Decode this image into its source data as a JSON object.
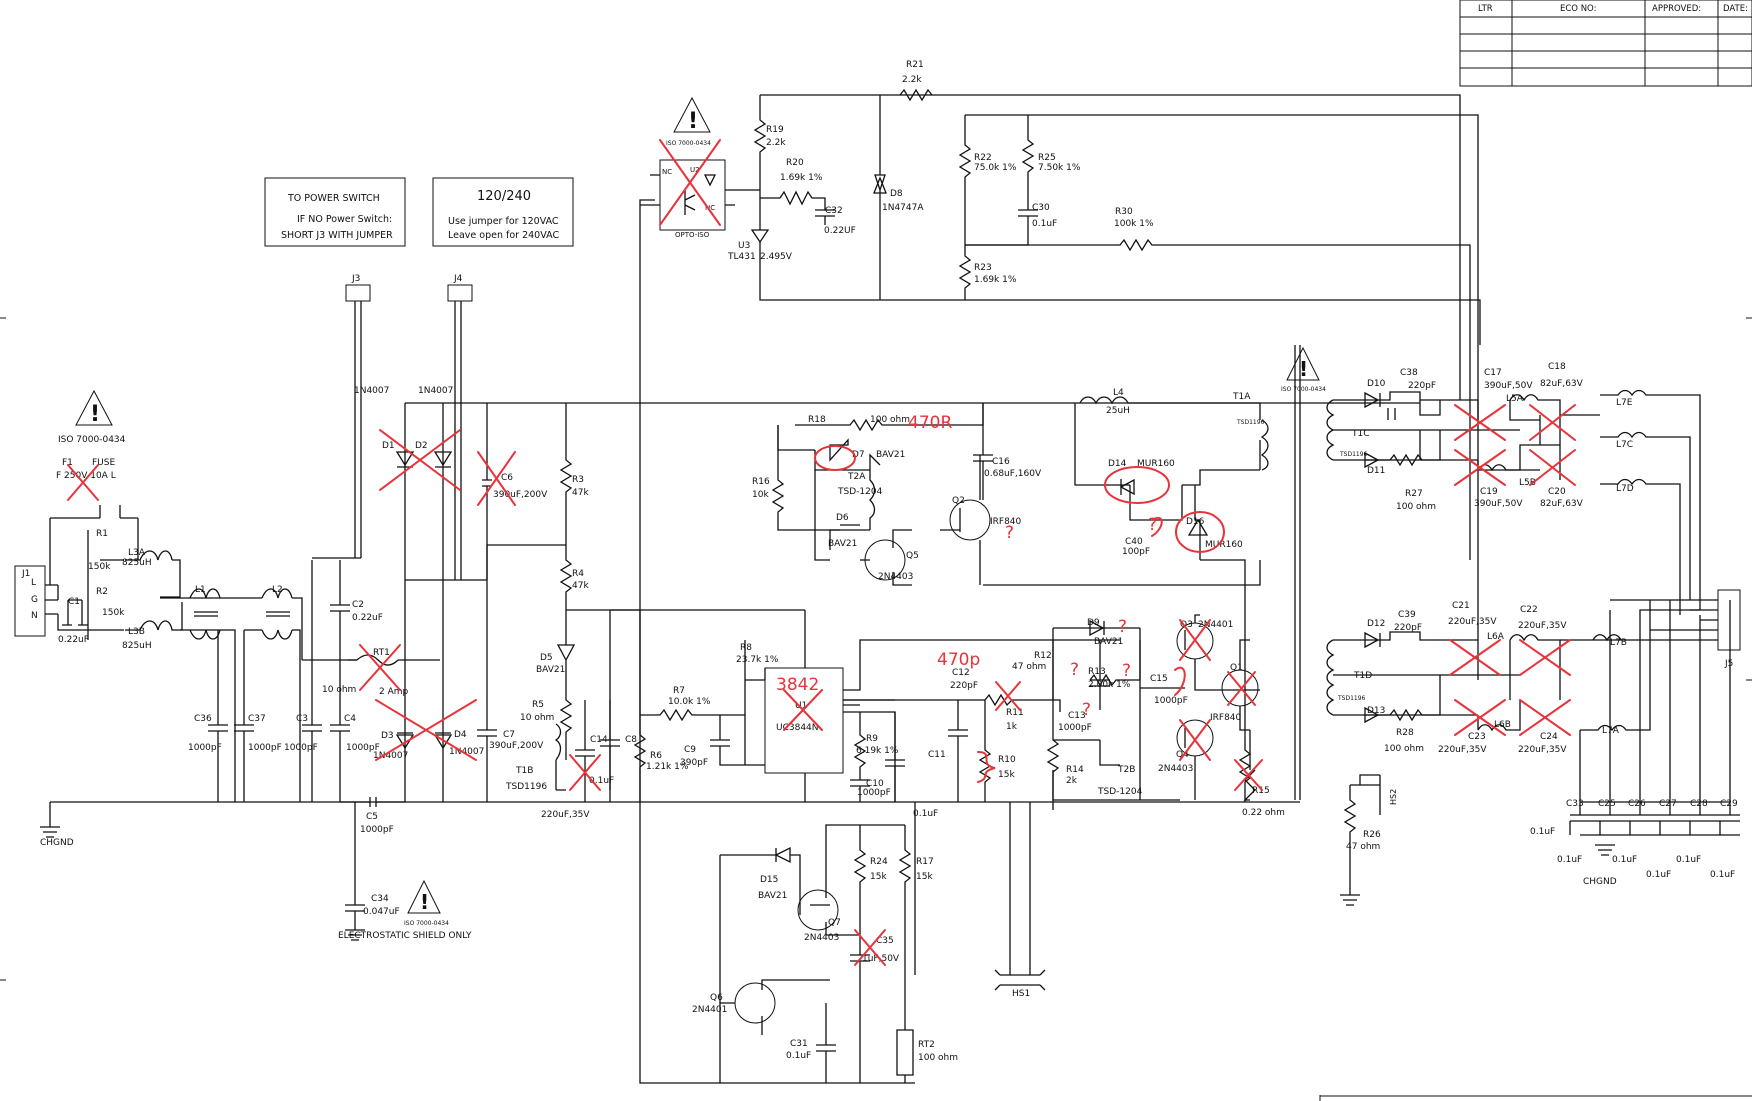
{
  "title_block": {
    "headers": [
      "LTR",
      "ECO NO:",
      "APPROVED:",
      "DATE:"
    ]
  },
  "notes": {
    "power_switch": [
      "TO POWER SWITCH",
      "IF NO Power Switch:",
      "SHORT J3 WITH JUMPER"
    ],
    "voltage_select": [
      "120/240",
      "Use jumper for 120VAC",
      "Leave open for 240VAC"
    ]
  },
  "warnings": [
    {
      "text": "ISO 7000-0434"
    },
    {
      "text": "ISO 7000-0434"
    },
    {
      "text": "ISO 7000-0434"
    },
    {
      "text": "ISO 7000-0434"
    }
  ],
  "esd_note": "ELECTROSTATIC SHIELD ONLY",
  "connectors": {
    "j1": "J1",
    "j1_pins": [
      "L",
      "G",
      "N"
    ],
    "j3": "J3",
    "j4": "J4",
    "j5": "J5",
    "chgnd": "CHGND",
    "hs1": "HS1",
    "hs2": "HS2"
  },
  "labels": {
    "F1": "F1",
    "FUSE": "FUSE",
    "F_val": "F 250V 10A L",
    "C1": "C1",
    "C1_val": "0.22uF",
    "R1": "R1",
    "R1_val": "150k",
    "R2": "R2",
    "R2_val": "150k",
    "L3A": "L3A",
    "L3A_val": "825uH",
    "L3B": "L3B",
    "L3B_val": "825uH",
    "L1": "L1",
    "L2": "L2",
    "C2": "C2",
    "C2_val": "0.22uF",
    "C36": "C36",
    "C36_val": "1000pF",
    "C37": "C37",
    "C37_val": "1000pF",
    "C3": "C3",
    "C3_val": "1000pF",
    "C4": "C4",
    "C4_val": "1000pF",
    "C5": "C5",
    "C5_val": "1000pF",
    "C34": "C34",
    "C34_val": "0.047uF",
    "RT1": "RT1",
    "RT1_val": "10 ohm",
    "RT1_amp": "2 Amp",
    "D1": "D1",
    "D2": "D2",
    "D3": "D3",
    "D4": "D4",
    "D1_part": "1N4007",
    "D2_part": "1N4007",
    "D3_part": "1N4007",
    "D4_part": "1N4007",
    "C6": "C6",
    "C6_val": "390uF,200V",
    "C7": "C7",
    "C7_val": "390uF,200V",
    "R3": "R3",
    "R3_val": "47k",
    "R4": "R4",
    "R4_val": "47k",
    "R5": "R5",
    "R5_val": "10 ohm",
    "D5": "D5",
    "D5_part": "BAV21",
    "T1B": "T1B",
    "T1B_part": "TSD1196",
    "C14": "C14",
    "C14_val": "0.1uF",
    "C8": "C8",
    "C8_val": "220uF,35V",
    "R6": "R6",
    "R6_val": "1.21k 1%",
    "R7": "R7",
    "R7_val": "10.0k 1%",
    "R8": "R8",
    "R8_val": "23.7k 1%",
    "C9": "C9",
    "C9_val": "390pF",
    "U1": "U1",
    "U1_part": "UC3844N",
    "R9": "R9",
    "R9_val": "6.19k 1%",
    "C10": "C10",
    "C10_val": "1000pF",
    "C11": "C11",
    "C11_val": "0.1uF",
    "C12": "C12",
    "C12_val": "220pF",
    "R11": "R11",
    "R11_val": "1k",
    "R10": "R10",
    "R10_val": "15k",
    "R12": "R12",
    "R12_val": "47 ohm",
    "C13": "C13",
    "C13_val": "1000pF",
    "R14": "R14",
    "R14_val": "2k",
    "T2B": "T2B",
    "T2B_part": "TSD-1204",
    "D9": "D9",
    "D9_part": "BAV21",
    "R13": "R13",
    "R13_val": "2.00k 1%",
    "C15": "C15",
    "C15_val": "1000pF",
    "Q3": "Q3",
    "Q3_part": "2N4401",
    "Q4": "Q4",
    "Q4_part": "2N4403",
    "Q1": "Q1",
    "Q1_part": "IRF840",
    "R15": "R15",
    "R15_val": "0.22 ohm",
    "R18": "R18",
    "R18_val": "100 ohm",
    "R16": "R16",
    "R16_val": "10k",
    "D7": "D7",
    "D7_part": "BAV21",
    "T2A": "T2A",
    "T2A_part": "TSD-1204",
    "D6": "D6",
    "D6_part": "BAV21",
    "Q5": "Q5",
    "Q5_part": "2N4403",
    "Q2": "Q2",
    "Q2_part": "IRF840",
    "C16": "C16",
    "C16_val": "0.68uF,160V",
    "L4": "L4",
    "L4_val": "25uH",
    "D14": "D14",
    "D14_part": "MUR160",
    "D16": "D16",
    "D16_part": "MUR160",
    "C40": "C40",
    "C40_val": "100pF",
    "T1A": "T1A",
    "T1A_part": "TSD1196",
    "R21": "R21",
    "R21_val": "2.2k",
    "R19": "R19",
    "R19_val": "2.2k",
    "R20": "R20",
    "R20_val": "1.69k 1%",
    "C32": "C32",
    "C32_val": "0.22UF",
    "U2": "U2",
    "U2_part": "OPTO-ISO",
    "NC": "NC",
    "NC2": "NC",
    "U3": "U3",
    "U3_part": "TL431",
    "U3_val": "2.495V",
    "D8": "D8",
    "D8_part": "1N4747A",
    "R22": "R22",
    "R22_val": "75.0k 1%",
    "R25": "R25",
    "R25_val": "7.50k 1%",
    "C30": "C30",
    "C30_val": "0.1uF",
    "R30": "R30",
    "R30_val": "100k 1%",
    "R23": "R23",
    "R23_val": "1.69k 1%",
    "D15": "D15",
    "D15_part": "BAV21",
    "Q7": "Q7",
    "Q7_part": "2N4403",
    "R24": "R24",
    "R24_val": "15k",
    "R17": "R17",
    "R17_val": "15k",
    "C35": "C35",
    "C35_val": "1uF,50V",
    "Q6": "Q6",
    "Q6_part": "2N4401",
    "C31": "C31",
    "C31_val": "0.1uF",
    "RT2": "RT2",
    "RT2_val": "100 ohm",
    "D10": "D10",
    "D11": "D11",
    "D12": "D12",
    "D13": "D13",
    "C38": "C38",
    "C38_val": "220pF",
    "C39": "C39",
    "C39_val": "220pF",
    "T1C": "T1C",
    "T1C_part": "TSD1196",
    "T1D": "T1D",
    "T1D_part": "TSD1196",
    "R27": "R27",
    "R27_val": "100 ohm",
    "R28": "R28",
    "R28_val": "100 ohm",
    "C17": "C17",
    "C17_val": "390uF,50V",
    "C19": "C19",
    "C19_val": "390uF,50V",
    "C18": "C18",
    "C18_val": "82uF,63V",
    "C20": "C20",
    "C20_val": "82uF,63V",
    "L5A": "L5A",
    "L5B": "L5B",
    "L7E": "L7E",
    "L7C": "L7C",
    "L7D": "L7D",
    "L7B": "L7B",
    "L7A": "L7A",
    "C21": "C21",
    "C21_val": "220uF,35V",
    "C22": "C22",
    "C22_val": "220uF,35V",
    "C23": "C23",
    "C23_val": "220uF,35V",
    "C24": "C24",
    "C24_val": "220uF,35V",
    "L6A": "L6A",
    "L6B": "L6B",
    "C33": "C33",
    "C25": "C25",
    "C26": "C26",
    "C27": "C27",
    "C28": "C28",
    "C29": "C29",
    "cap_01uF": "0.1uF",
    "R26": "R26",
    "R26_val": "47 ohm"
  },
  "handwritten_annotations": {
    "r18_new": "470R",
    "u1_new": "3842",
    "c12_new": "470p",
    "question": "?"
  }
}
